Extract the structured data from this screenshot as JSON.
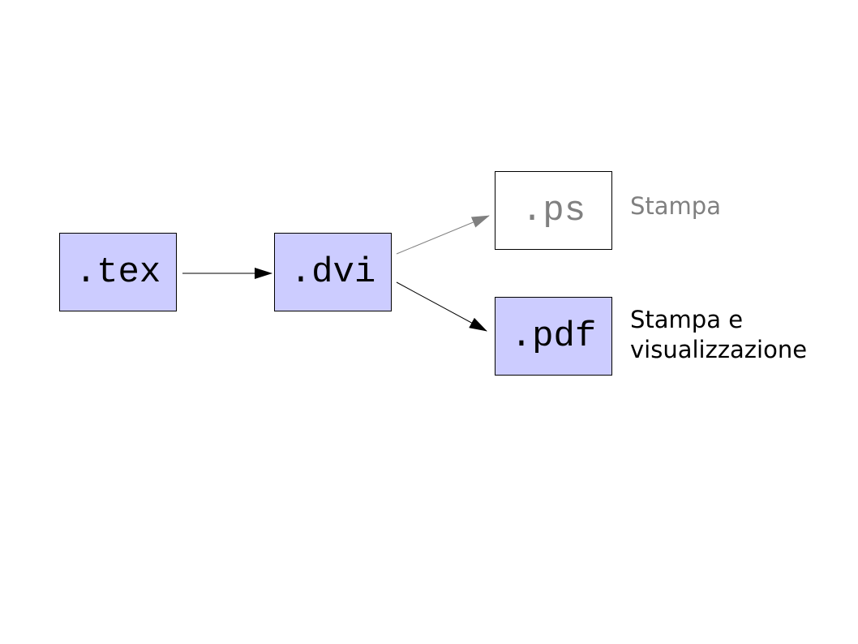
{
  "nodes": {
    "tex": ".tex",
    "dvi": ".dvi",
    "ps": ".ps",
    "pdf": ".pdf"
  },
  "labels": {
    "ps": "Stampa",
    "pdf_line1": "Stampa e",
    "pdf_line2": "visualizzazione"
  },
  "colors": {
    "node_fill": "#ccccff",
    "ghost_text": "#808080",
    "arrow_main": "#000000",
    "arrow_ghost": "#808080"
  }
}
